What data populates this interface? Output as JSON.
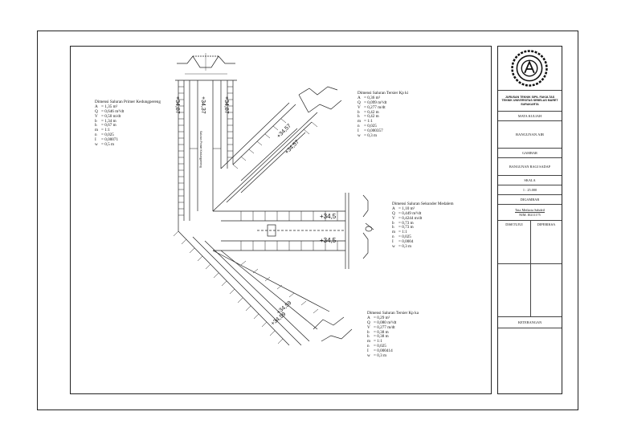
{
  "title_block": {
    "university": "JURUSAN TEKNIK SIPIL FAKULTAS TEKNIK UNIVERSITAS SEBELAS MARET SURAKARTA",
    "course_label": "MATA KULIAH",
    "course_value": "BANGUNAN AIR",
    "drawing_label": "GAMBAR",
    "drawing_value": "BANGUNAN BAGI SADAP",
    "scale_label": "SKALA",
    "scale_value": "1 : 25.000",
    "drawn_label": "DIGAMBAR",
    "drawn_name": "Tata Meilaria Sahdeil",
    "drawn_nim": "NIM. I0211175",
    "approved_label": "DISETUJUI",
    "checked_label": "DIPERIKSA",
    "notes_label": "KETERANGAN"
  },
  "specs": {
    "primer": {
      "title": "Dimensi Saluran Primer Kedungpereng",
      "rows": [
        [
          "A",
          "= 1,35  m²"
        ],
        [
          "Q",
          "= 0,646 m³/dt"
        ],
        [
          "V",
          "= 0,50 m/dt"
        ],
        [
          "b",
          "= 1,34 m"
        ],
        [
          "h",
          "= 0,67 m"
        ],
        [
          "m",
          "= 1:1"
        ],
        [
          "n",
          "= 0,025"
        ],
        [
          "I",
          "= 0,00071"
        ],
        [
          "w",
          "= 0,5 m"
        ]
      ]
    },
    "tersier_ki": {
      "title": "Dimensi Saluran Tersier Kp ki",
      "rows": [
        [
          "A",
          "= 0,36 m²"
        ],
        [
          "Q",
          "= 0,099 m³/dt"
        ],
        [
          "V",
          "= 0,277 m/dt"
        ],
        [
          "b",
          "= 0,42 m"
        ],
        [
          "h",
          "= 0,42 m"
        ],
        [
          "m",
          "= 1:1"
        ],
        [
          "n",
          "= 0,025"
        ],
        [
          "I",
          "= 0,000357"
        ],
        [
          "w",
          "= 0,3 m"
        ]
      ]
    },
    "sekunder": {
      "title": "Dimensi Saluran Sekunder Medalem",
      "rows": [
        [
          "A",
          "= 1,10 m²"
        ],
        [
          "Q",
          "= 0,449 m³/dt"
        ],
        [
          "V",
          "= 0,4244 m/dt"
        ],
        [
          "b",
          "= 0,73 m"
        ],
        [
          "h",
          "= 0,73 m"
        ],
        [
          "m",
          "= 1:1"
        ],
        [
          "n",
          "= 0,025"
        ],
        [
          "I",
          "= 0,0004"
        ],
        [
          "w",
          "= 0,3 m"
        ]
      ]
    },
    "tersier_ka": {
      "title": "Dimensi Saluran Tersier Kp ka",
      "rows": [
        [
          "A",
          "= 0,29 m²"
        ],
        [
          "Q",
          "= 0,080 m³/dt"
        ],
        [
          "V",
          "= 0,277 m/dt"
        ],
        [
          "b",
          "= 0,38 m"
        ],
        [
          "h",
          "= 0,38 m"
        ],
        [
          "m",
          "= 1:1"
        ],
        [
          "n",
          "= 0,025"
        ],
        [
          "I",
          "= 0,000414"
        ],
        [
          "w",
          "= 0,3 m"
        ]
      ]
    }
  },
  "elevations": {
    "primer_a": "+34,87",
    "primer_b": "+34,37",
    "primer_c": "+34,87",
    "sek_upper": "+34,5",
    "sek_lower": "+34,5",
    "ki_a": "+34,57",
    "ki_b": "+34,57",
    "ka_a": "+34,59",
    "ka_b": "+34,59"
  },
  "channel_label": "Saluran Primer Kedungpereng"
}
